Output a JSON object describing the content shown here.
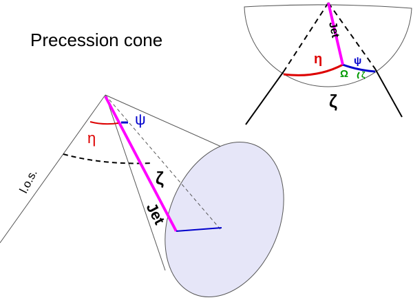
{
  "title": "Precession cone",
  "main_diagram": {
    "labels": {
      "los": "l.o.s.",
      "eta": "η",
      "psi": "ψ",
      "zeta": "ζ",
      "jet": "Jet"
    }
  },
  "inset_diagram": {
    "labels": {
      "jet": "Jet",
      "eta": "η",
      "psi": "ψ",
      "omega": "Ω",
      "small_zeta": "ζ",
      "zeta": "ζ"
    }
  },
  "colors": {
    "jet": "#ff00ff",
    "eta": "#dd0000",
    "psi": "#0000cc",
    "omega": "#009900",
    "cone_fill": "#e6e6f8",
    "line": "#000000"
  }
}
